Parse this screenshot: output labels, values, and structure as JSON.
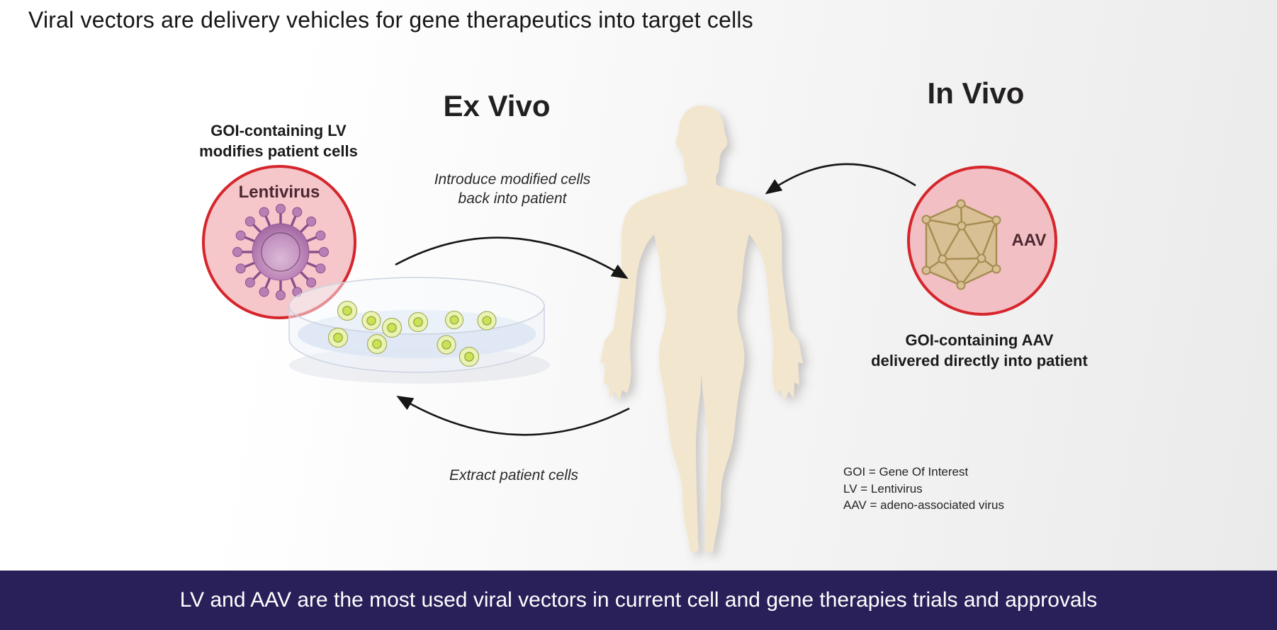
{
  "title": "Viral vectors are delivery vehicles for gene therapeutics into target cells",
  "ex_vivo": {
    "heading": "Ex Vivo",
    "lv_caption": "GOI-containing LV\nmodifies patient cells",
    "lv_circle_label": "Lentivirus",
    "arrow_top_label": "Introduce modified cells\nback into patient",
    "arrow_bottom_label": "Extract patient cells"
  },
  "in_vivo": {
    "heading": "In Vivo",
    "aav_circle_label": "AAV",
    "aav_caption": "GOI-containing AAV\ndelivered directly into patient"
  },
  "legend": [
    "GOI = Gene Of Interest",
    "LV = Lentivirus",
    "AAV = adeno-associated virus"
  ],
  "banner": "LV and AAV are the most used viral vectors in current cell and gene therapies trials and approvals",
  "icons": {
    "lentivirus_icon": "enveloped virus particle with spikes",
    "aav_capsid_icon": "icosahedral capsid wireframe",
    "petri_dish_icon": "petri dish with modified cells",
    "human_body_icon": "patient silhouette",
    "arrow_icons": "curved process arrows"
  },
  "colors": {
    "circle_border_red": "#d5262c",
    "lv_circle_fill_pink": "#f5c6ca",
    "aav_circle_fill_pink": "#f2bfc4",
    "virus_purple": "#9a5f9b",
    "capsid_tan": "#a68d52",
    "body_silhouette_cream": "#f3e6ce",
    "cell_green": "#cbe156",
    "banner_background_purple": "#2a2059",
    "banner_text": "#ffffff"
  }
}
